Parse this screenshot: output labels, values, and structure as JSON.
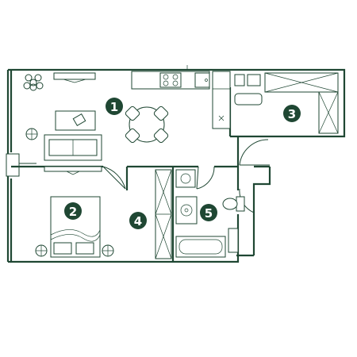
{
  "rooms": [
    {
      "number": "1",
      "label": ""
    },
    {
      "number": "2",
      "label": ""
    },
    {
      "number": "3",
      "label": ""
    },
    {
      "number": "4",
      "label": ""
    },
    {
      "number": "5",
      "label": ""
    }
  ],
  "colors": {
    "ink": "#1f4733",
    "background": "#ffffff"
  }
}
